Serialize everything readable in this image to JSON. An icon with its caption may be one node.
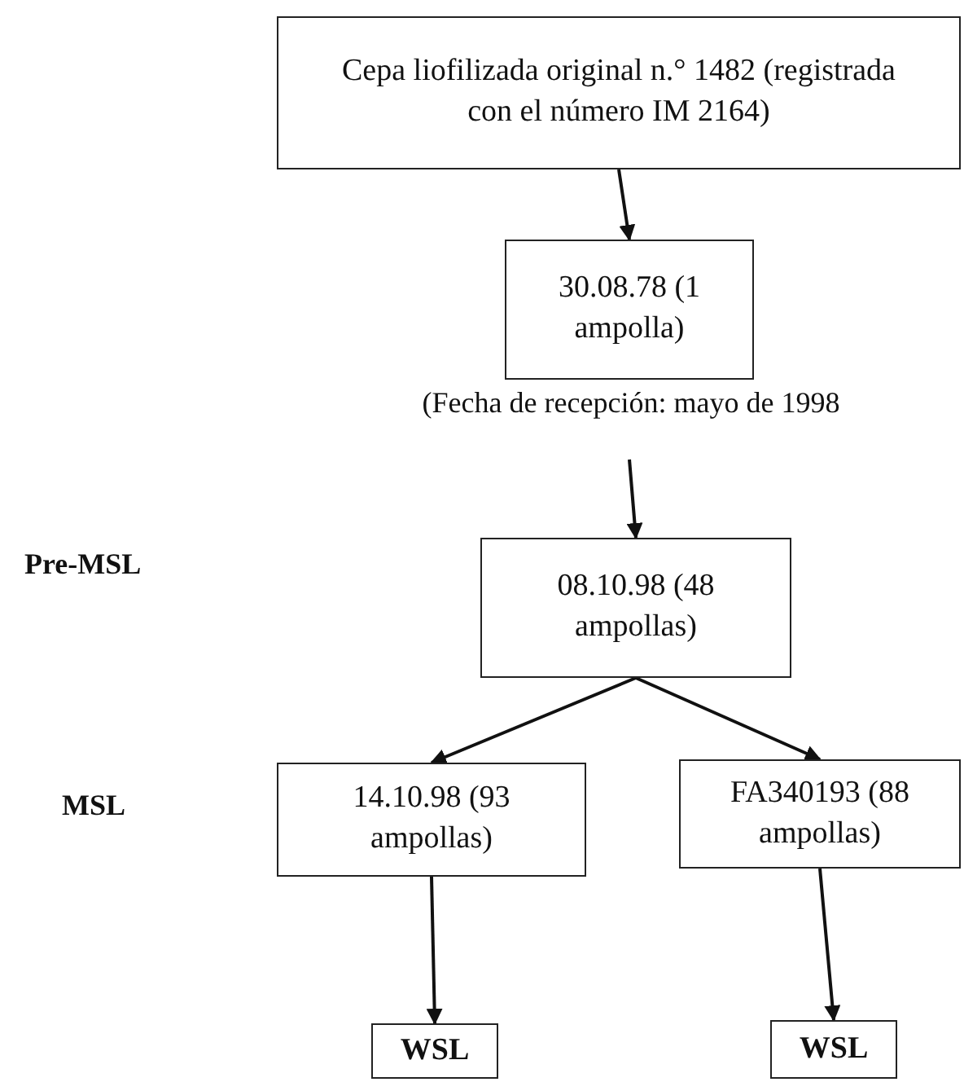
{
  "diagram": {
    "nodes": [
      {
        "text": [
          "Cepa liofilizada original n.° 1482 (registrada con el número IM 2164)"
        ]
      },
      {
        "text": [
          "30.08.78 (1 ampolla)"
        ],
        "beside": [
          "(Fecha de recepción: mayo de 1998"
        ]
      },
      {
        "text": [
          "08.10.98 (48 ampollas)"
        ]
      },
      {
        "text": [
          "14.10.98 (93 ampollas)"
        ]
      },
      {
        "text": [
          "FA340193 (88 ampollas)"
        ]
      },
      {
        "text": [
          "WSL"
        ]
      },
      {
        "text": [
          "WSL"
        ]
      }
    ],
    "edges": [
      {
        "from": 0,
        "to": 1,
        "arrow": "to"
      },
      {
        "from": 1,
        "to": 2,
        "arrow": "to"
      },
      {
        "from": 2,
        "to": 3,
        "arrow": "to"
      },
      {
        "from": 2,
        "to": 4,
        "arrow": "to"
      },
      {
        "from": 3,
        "to": 5,
        "arrow": "to"
      },
      {
        "from": 4,
        "to": 6,
        "arrow": "to"
      }
    ],
    "labels": [
      "Pre-MSL",
      "MSL"
    ]
  }
}
